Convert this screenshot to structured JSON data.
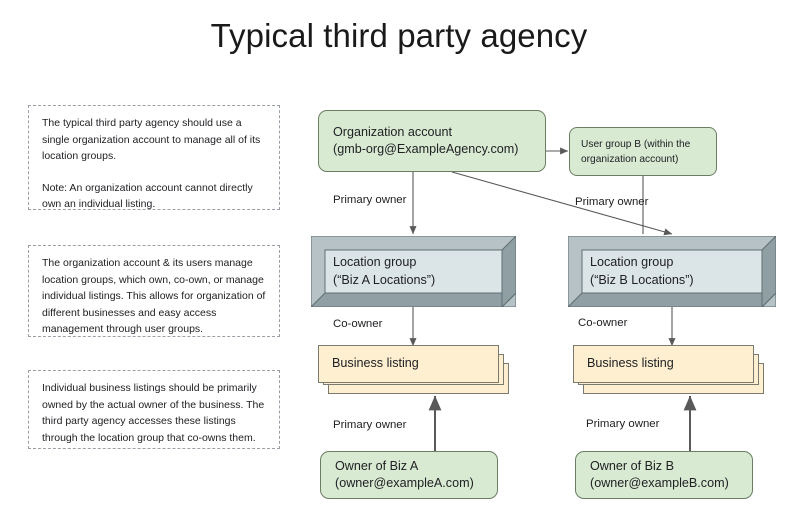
{
  "slide": {
    "title": "Typical third party agency",
    "background": "#ffffff"
  },
  "colors": {
    "green_fill": "#d9ead3",
    "green_stroke": "#6b7d63",
    "cube_face": "#dbe5e8",
    "cube_bevel_light": "#b6c2c6",
    "cube_bevel_dark": "#8f9fa3",
    "cube_stroke": "#5f6f73",
    "listing_fill": "#fdefd0",
    "listing_stroke": "#7b7a6f",
    "note_border": "#9aa0a6",
    "connector": "#595959",
    "text": "#202124"
  },
  "notes": [
    {
      "name": "note-organization-account",
      "paragraphs": [
        "The typical third party agency should use a single organization account to manage all of its location groups.",
        "Note: An organization account cannot directly own an individual listing."
      ]
    },
    {
      "name": "note-location-groups",
      "paragraphs": [
        "The organization account & its users manage location groups, which own, co-own, or manage individual listings. This allows for organization of different businesses and easy access management through user groups."
      ]
    },
    {
      "name": "note-business-listings",
      "paragraphs": [
        "Individual business listings should be primarily owned by the actual owner of the business. The third party agency accesses these listings through the location group that co-owns them."
      ]
    }
  ],
  "nodes": {
    "organization_account": {
      "line1": "Organization account",
      "line2": "(gmb-org@ExampleAgency.com)",
      "shape": "rounded-rectangle"
    },
    "user_group_b": {
      "line1": "User group B (within the",
      "line2": "organization account)",
      "shape": "rounded-rectangle"
    },
    "location_group_a": {
      "line1": "Location group",
      "line2": "(“Biz A Locations”)",
      "shape": "cube"
    },
    "location_group_b": {
      "line1": "Location group",
      "line2": "(“Biz B Locations”)",
      "shape": "cube"
    },
    "business_listing_a": {
      "label": "Business listing",
      "shape": "stacked-documents"
    },
    "business_listing_b": {
      "label": "Business listing",
      "shape": "stacked-documents"
    },
    "owner_biz_a": {
      "line1": "Owner of Biz A",
      "line2": "(owner@exampleA.com)",
      "shape": "rounded-rectangle"
    },
    "owner_biz_b": {
      "line1": "Owner of Biz B",
      "line2": "(owner@exampleB.com)",
      "shape": "rounded-rectangle"
    }
  },
  "edges": {
    "org_to_group_a": "Primary owner",
    "org_to_group_b": "Primary owner",
    "group_a_to_listing_a": "Co-owner",
    "group_b_to_listing_b": "Co-owner",
    "owner_a_to_listing_a": "Primary owner",
    "owner_b_to_listing_b": "Primary owner"
  }
}
